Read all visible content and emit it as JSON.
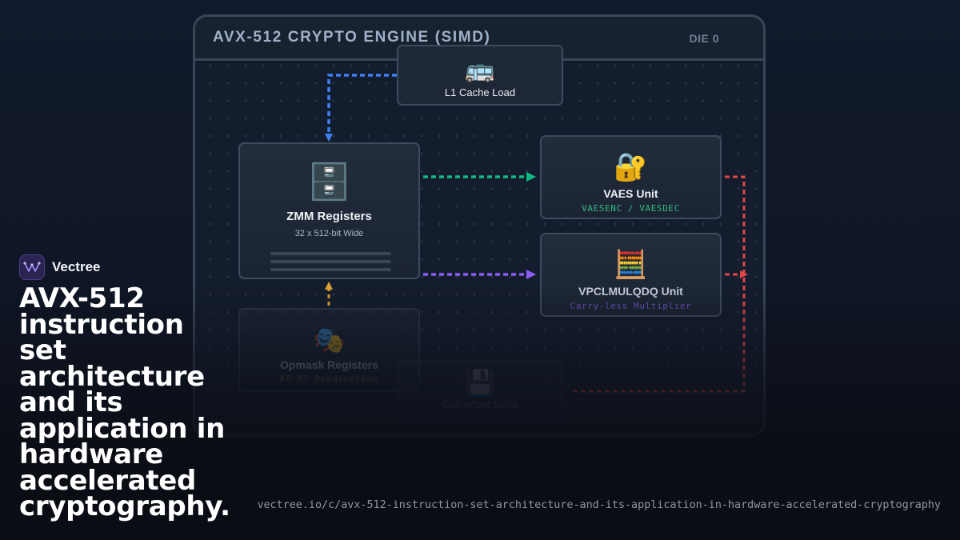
{
  "engine": {
    "title": "AVX-512 CRYPTO ENGINE (SIMD)",
    "die_label": "DIE 0"
  },
  "nodes": {
    "l1_cache": {
      "icon": "bus-icon",
      "glyph": "🚌",
      "title": "L1 Cache Load"
    },
    "zmm": {
      "icon": "file-cabinet-icon",
      "glyph": "🗄️",
      "title": "ZMM Registers",
      "subtitle": "32 x 512-bit Wide"
    },
    "vaes": {
      "icon": "lock-with-key-icon",
      "glyph": "🔐",
      "title": "VAES Unit",
      "subtitle": "VAESENC / VAESDEC"
    },
    "vpclmulqdq": {
      "icon": "abacus-icon",
      "glyph": "🧮",
      "title": "VPCLMULQDQ Unit",
      "subtitle": "Carry-less Multiplier"
    },
    "opmask": {
      "icon": "performing-arts-icon",
      "glyph": "🎭",
      "title": "Opmask Registers",
      "subtitle": "K0-K7 Predication"
    },
    "store": {
      "icon": "floppy-disk-icon",
      "glyph": "💾",
      "title": "Ciphertext Store"
    }
  },
  "colors": {
    "load_flow": "#3b82f6",
    "aes_flow": "#10b981",
    "clmul_flow": "#8b5cf6",
    "mask_flow": "#e0a030",
    "store_flow": "#e04848"
  },
  "brand": {
    "name": "Vectree",
    "headline": "AVX-512 instruction set architecture and its application in hardware accelerated cryptography.",
    "url": "vectree.io/c/avx-512-instruction-set-architecture-and-its-application-in-hardware-accelerated-cryptography"
  }
}
